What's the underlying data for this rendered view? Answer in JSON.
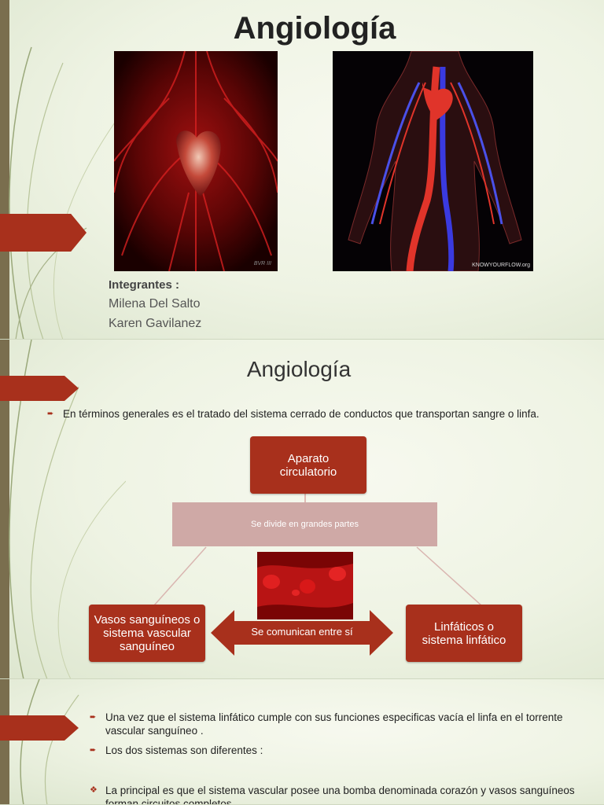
{
  "colors": {
    "accent": "#a8301c",
    "pink": "#cfa9a6",
    "background": "#eef3e3"
  },
  "slide1": {
    "title": "Angiología",
    "photo_left_credit": "BVR III",
    "photo_right_credit": "KNOWYOURFLOW.org",
    "members_label": "Integrantes :",
    "members": [
      "Milena Del Salto",
      "Karen Gavilanez"
    ]
  },
  "slide2": {
    "title": "Angiología",
    "bullet": "En términos generales es el tratado del sistema cerrado de conductos que transportan sangre o linfa.",
    "diagram": {
      "top_box": "Aparato circulatorio",
      "middle_box": "Se divide en grandes partes",
      "left_box": "Vasos sanguíneos o sistema vascular sanguíneo",
      "right_box": "Linfáticos o sistema linfático",
      "arrow_label": "Se comunican entre sí"
    }
  },
  "slide3": {
    "bullets": [
      "Una vez que el sistema linfático cumple con sus funciones especificas vacía el linfa en el torrente vascular sanguíneo .",
      "Los dos sistemas son diferentes :"
    ],
    "sub_bullet": "La principal es que el sistema vascular posee una bomba denominada corazón y vasos sanguíneos forman circuitos completos."
  }
}
